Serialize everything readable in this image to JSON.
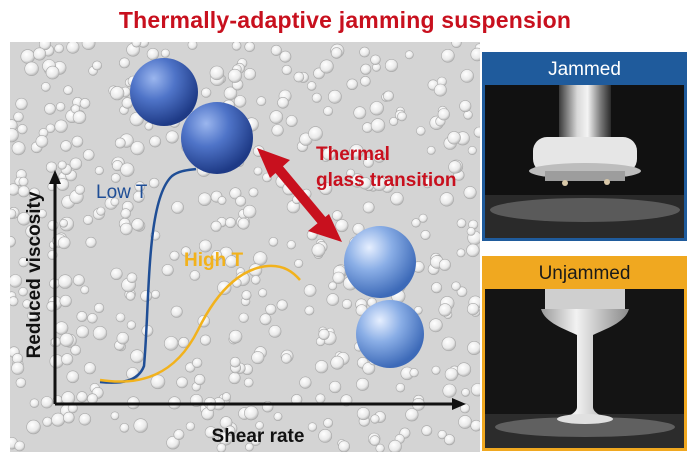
{
  "title": "Thermally-adaptive jamming suspension",
  "chart": {
    "xlabel": "Shear rate",
    "ylabel": "Reduced viscosity",
    "series": [
      {
        "name": "Low T",
        "color": "#1f4e96"
      },
      {
        "name": "High T",
        "color": "#f2b21c"
      }
    ]
  },
  "transition": {
    "line1": "Thermal",
    "line2": "glass transition",
    "color": "#c8101e"
  },
  "panels": {
    "jammed": {
      "label": "Jammed",
      "color": "#1f5b9c"
    },
    "unjammed": {
      "label": "Unjammed",
      "color": "#f0a820"
    }
  }
}
